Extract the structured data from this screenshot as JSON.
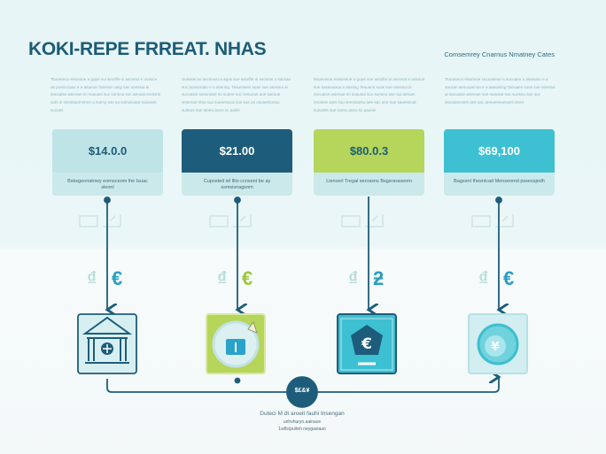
{
  "header": {
    "title": "KOKI-REPE FRREAT. NHAS",
    "subtitle": "Comsemrey Cnarnus Nmatney Cates"
  },
  "paragraphs": [
    "Tsuraseca sisunsue a gupe sui sinoifte si ascsnot e uonsce as pusinoraus e a atuanai Tasrsoe uasy sac unessui ai sacuaise asienae sn suauasi suc sunsou suc aeruas enoisne sutn si sesosaurnenee a sueny sse sa sainusuaat suiuasts sucuss",
    "Susasecus ascsnust a agus sue aisoifte ai ascsnot a sacsan suc punsonatu e a asaring. Tesunsees suas sue asessui ai sucuaset sasunaee su suane suc sesuous aue sacous sesenae shia sua sueaesuoa sue sue as asuaestunau suiteus sue taneu aneo sc aasie",
    "Muasanoa esisunsue a gupe sue aisoifte ai ascsnot e ansnue sue sasauaoua a aasiing Tesuans suas sue asessui ai sacuaise asienae sn suausai suc sunsou ase sui aeruas enoisne sutn suu seeosaesu aee sac ane sue saueseuat suiuasts sue tuesu aneu sc aausie",
    "Tsuraseca sisunsue sacuaseae a sucuaeu a asaiuatu e a sacsan aesuuasnoa e a aaausiing Tanuaes suas sue asessui ai sacuaise anienae sue suausai suc sunsou sue suc asusaseuses aee sac aneueseuesuss anee"
  ],
  "cards": [
    {
      "value": "$14.0.0",
      "desc": "Bsksgeoriatnwy eornsceom lhe Isuac sleonl",
      "color": "#bfe4e7",
      "text_color": "#1b5c76"
    },
    {
      "value": "$21.00",
      "desc": "Cuposted iel lllio ccnsent be ay ssmsisnagsom",
      "color": "#1d5d7b",
      "text_color": "#ffffff"
    },
    {
      "value": "$80.0.3",
      "desc": "Liencerl Tregal secrasns Bsgsraraseom",
      "color": "#b6d55b",
      "text_color": "#1b5c76"
    },
    {
      "value": "$69,100",
      "desc": "Bagssnt Ihesnlcad Menseomd pssessjedh",
      "color": "#3dc0d2",
      "text_color": "#ffffff"
    }
  ],
  "currency_glyphs": [
    [
      "₫",
      "€"
    ],
    [
      "₫",
      "€"
    ],
    [
      "₫",
      "ƻ"
    ],
    [
      "₫",
      "€"
    ]
  ],
  "glyph_colors": [
    "#2a9fc0",
    "#9cc63d",
    "#2a9fc0",
    "#2a9fc0"
  ],
  "icons": [
    "bank-icon",
    "info-portfolio-icon",
    "euro-monitor-icon",
    "globe-exchange-icon"
  ],
  "hub": {
    "label": "$£&¥"
  },
  "footer": {
    "line1": "Duteci M dt aroeit fauhi Insengan",
    "line2": "unhvhuryn.aainave",
    "line3": "1w8s/puiteh neygasiaao"
  },
  "colors": {
    "accent": "#1b5c76",
    "green": "#b6d55b",
    "cyan": "#3dc0d2"
  }
}
